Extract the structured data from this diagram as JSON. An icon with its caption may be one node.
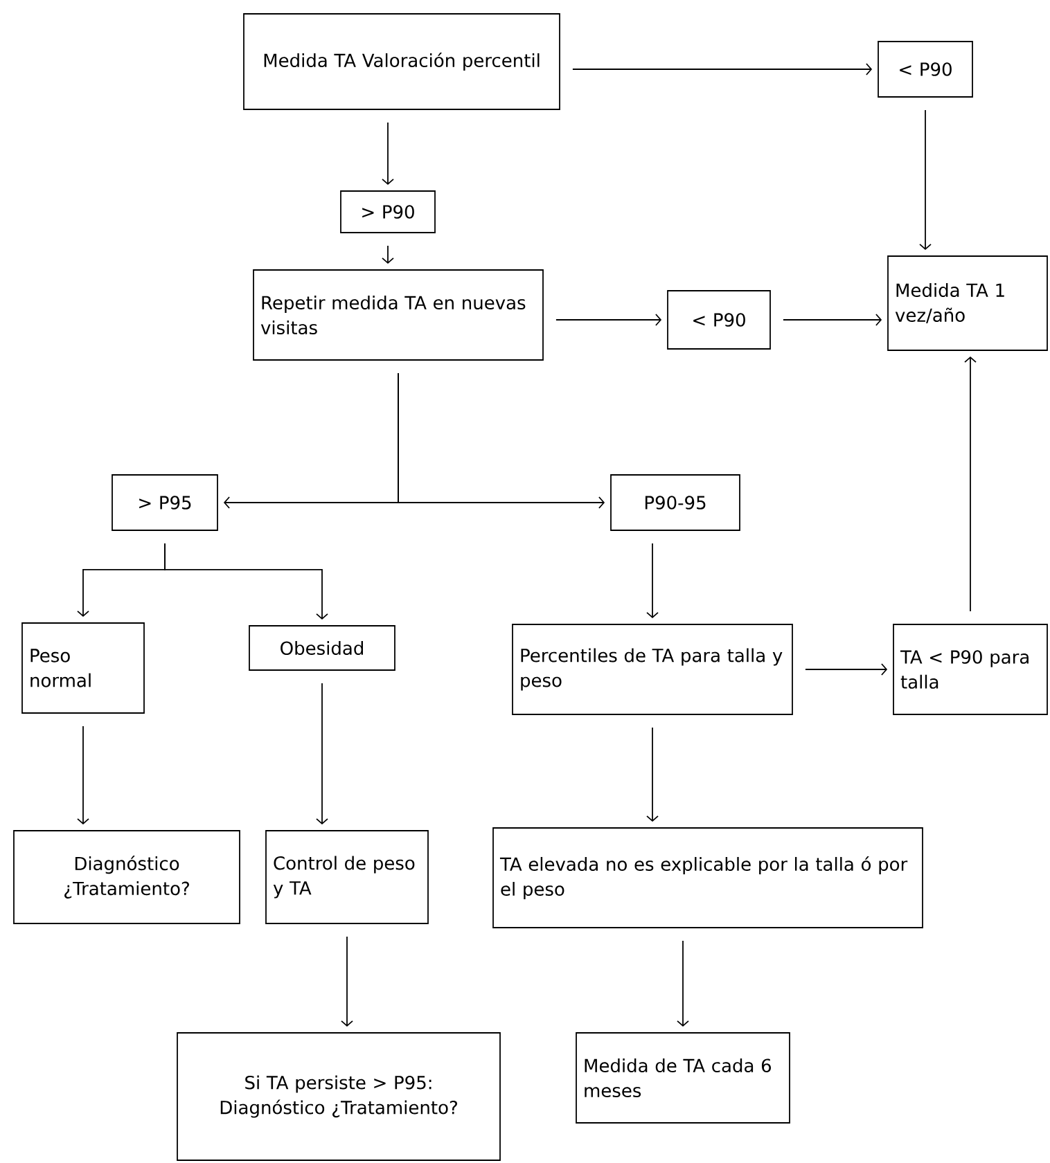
{
  "diagram": {
    "nodes": [
      {
        "text": [
          "Medida TA Valoración percentil"
        ]
      },
      {
        "text": [
          "< P90"
        ]
      },
      {
        "text": [
          "> P90"
        ]
      },
      {
        "text": [
          "Repetir medida TA en nuevas visitas"
        ]
      },
      {
        "text": [
          "< P90"
        ]
      },
      {
        "text": [
          "Medida TA 1 vez/año"
        ]
      },
      {
        "text": [
          "> P95"
        ]
      },
      {
        "text": [
          "P90-95"
        ]
      },
      {
        "text": [
          "Peso normal"
        ]
      },
      {
        "text": [
          "Obesidad"
        ]
      },
      {
        "text": [
          "Percentiles de TA para talla y peso"
        ]
      },
      {
        "text": [
          "TA < P90 para talla"
        ]
      },
      {
        "text": [
          "Diagnóstico ¿Tratamiento?"
        ]
      },
      {
        "text": [
          "Control de peso y TA"
        ]
      },
      {
        "text": [
          "TA elevada no es explicable por la talla ó por el peso"
        ]
      },
      {
        "text": [
          "Si TA persiste > P95: Diagnóstico ¿Tratamiento?"
        ]
      },
      {
        "text": [
          "Medida de TA cada 6 meses"
        ]
      }
    ],
    "edges": [
      {
        "from": 0,
        "to": 1,
        "arrow": "to"
      },
      {
        "from": 0,
        "to": 2,
        "arrow": "to"
      },
      {
        "from": 1,
        "to": 5,
        "arrow": "to"
      },
      {
        "from": 2,
        "to": 3,
        "arrow": "to"
      },
      {
        "from": 3,
        "to": 4,
        "arrow": "to"
      },
      {
        "from": 4,
        "to": 5,
        "arrow": "to"
      },
      {
        "from": 3,
        "to": 6,
        "arrow": "to"
      },
      {
        "from": 3,
        "to": 7,
        "arrow": "to"
      },
      {
        "from": 6,
        "to": 8,
        "arrow": "to"
      },
      {
        "from": 6,
        "to": 9,
        "arrow": "to"
      },
      {
        "from": 7,
        "to": 10,
        "arrow": "to"
      },
      {
        "from": 10,
        "to": 11,
        "arrow": "to"
      },
      {
        "from": 11,
        "to": 5,
        "arrow": "to"
      },
      {
        "from": 8,
        "to": 12,
        "arrow": "to"
      },
      {
        "from": 9,
        "to": 13,
        "arrow": "to"
      },
      {
        "from": 13,
        "to": 15,
        "arrow": "to"
      },
      {
        "from": 10,
        "to": 14,
        "arrow": "to"
      },
      {
        "from": 14,
        "to": 16,
        "arrow": "to"
      }
    ]
  }
}
